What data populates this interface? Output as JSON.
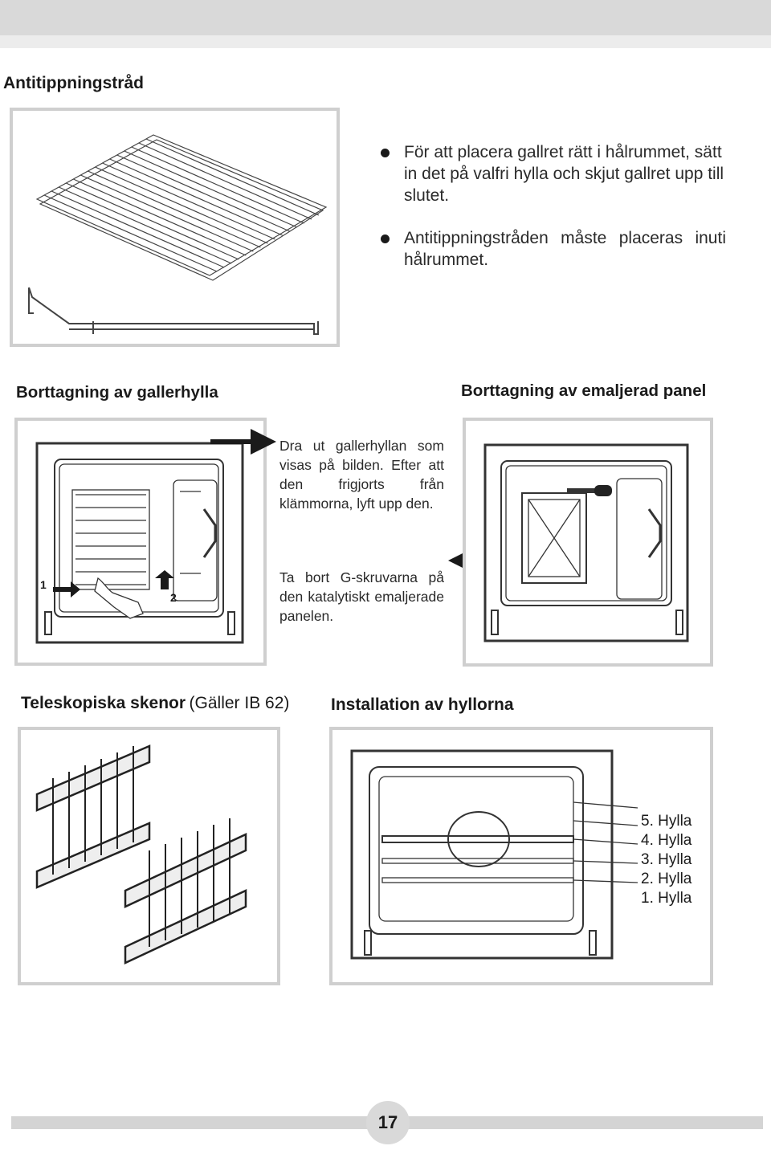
{
  "section1": {
    "heading": "Antitippningstråd",
    "bullets": [
      "För att placera gallret rätt i hålrummet, sätt in det på valfri hylla och skjut gallret upp till slutet.",
      "Antitippningstråden måste placeras inuti hålrummet."
    ]
  },
  "section2": {
    "heading": "Borttagning av gallerhylla",
    "marker1": "1",
    "marker2": "2"
  },
  "section3": {
    "heading": "Borttagning av emaljerad panel"
  },
  "instructions": {
    "text1": "Dra ut gallerhyllan som visas på bilden. Efter att den frigjorts från klämmorna, lyft upp den.",
    "text2": "Ta bort G-skruvarna på den katalytiskt emaljerade panelen."
  },
  "section4": {
    "heading_bold": "Teleskopiska skenor",
    "heading_note": "(Gäller IB 62)"
  },
  "section5": {
    "heading": "Installation av hyllorna",
    "shelves": [
      "5. Hylla",
      "4. Hylla",
      "3. Hylla",
      "2. Hylla",
      "1. Hylla"
    ]
  },
  "footer": {
    "page_number": "17"
  }
}
